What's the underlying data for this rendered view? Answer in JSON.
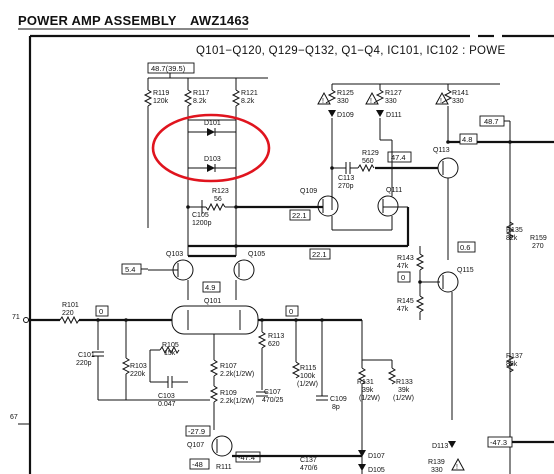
{
  "header": {
    "title": "POWER AMP ASSEMBLY",
    "part_number": "AWZ1463",
    "subtitle": "Q101−Q120, Q129−Q132, Q1−Q4, IC101, IC102 : POWE"
  },
  "rails": {
    "top_rail": "48.7(39.5)",
    "right_rail": "48.7"
  },
  "resistors": {
    "r119": "R119",
    "r119_val": "120k",
    "r117": "R117",
    "r117_val": "8.2k",
    "r121": "R121",
    "r121_val": "8.2k",
    "r125": "R125",
    "r125_val": "330",
    "r127": "R127",
    "r127_val": "330",
    "r141": "R141",
    "r141_val": "330",
    "r129": "R129",
    "r129_val": "560",
    "r123": "R123",
    "r123_val": "56",
    "r101": "R101",
    "r101_val": "220",
    "r103": "R103",
    "r103_val": "220k",
    "r105": "R105",
    "r105_val": "15k",
    "r107": "R107",
    "r107_val": "2.2k(1/2W)",
    "r109": "R109",
    "r109_val": "2.2k(1/2W)",
    "r113": "R113",
    "r113_val": "620",
    "r115": "R115",
    "r115_val": "100k",
    "r115_pw": "(1/2W)",
    "r131": "R131",
    "r131_val": "39k",
    "r131_pw": "(1/2W)",
    "r133": "R133",
    "r133_val": "39k",
    "r133_pw": "(1/2W)",
    "r135": "R135",
    "r135_val": "82k",
    "r137": "R137",
    "r137_val": "82k",
    "r143": "R143",
    "r143_val": "47k",
    "r145": "R145",
    "r145_val": "47k",
    "r159": "R159",
    "r159_val": "270",
    "r111": "R111",
    "r139": "R139",
    "r139_val": "330"
  },
  "capacitors": {
    "c113": "C113",
    "c113_val": "270p",
    "c105": "C105",
    "c105_val": "1200p",
    "c101": "C101",
    "c101_val": "220p",
    "c103": "C103",
    "c103_val": "0.047",
    "c107": "C107",
    "c107_val": "470/25",
    "c109": "C109",
    "c109_val": "8p",
    "c137": "C137",
    "c137_val": "470/6"
  },
  "diodes": {
    "d101": "D101",
    "d103": "D103",
    "d109": "D109",
    "d111": "D111",
    "d107": "D107",
    "d105": "D105",
    "d113": "D113"
  },
  "transistors": {
    "q101": "Q101",
    "q103": "Q103",
    "q105": "Q105",
    "q107": "Q107",
    "q109": "Q109",
    "q111": "Q111",
    "q113": "Q113",
    "q115": "Q115"
  },
  "voltages": {
    "v48": "4.8",
    "v474": "47.4",
    "v221a": "22.1",
    "v221b": "22.1",
    "v54": "5.4",
    "v49": "4.9",
    "v0a": "0",
    "v0b": "0",
    "v0c": "0",
    "v06": "0.6",
    "v279": "-27.9",
    "v48n": "-48",
    "v474n": "-47.4",
    "v473n": "-47.3"
  },
  "nodes": {
    "n71": "71",
    "n67": "67"
  },
  "highlight": {
    "color": "#e0141e"
  }
}
